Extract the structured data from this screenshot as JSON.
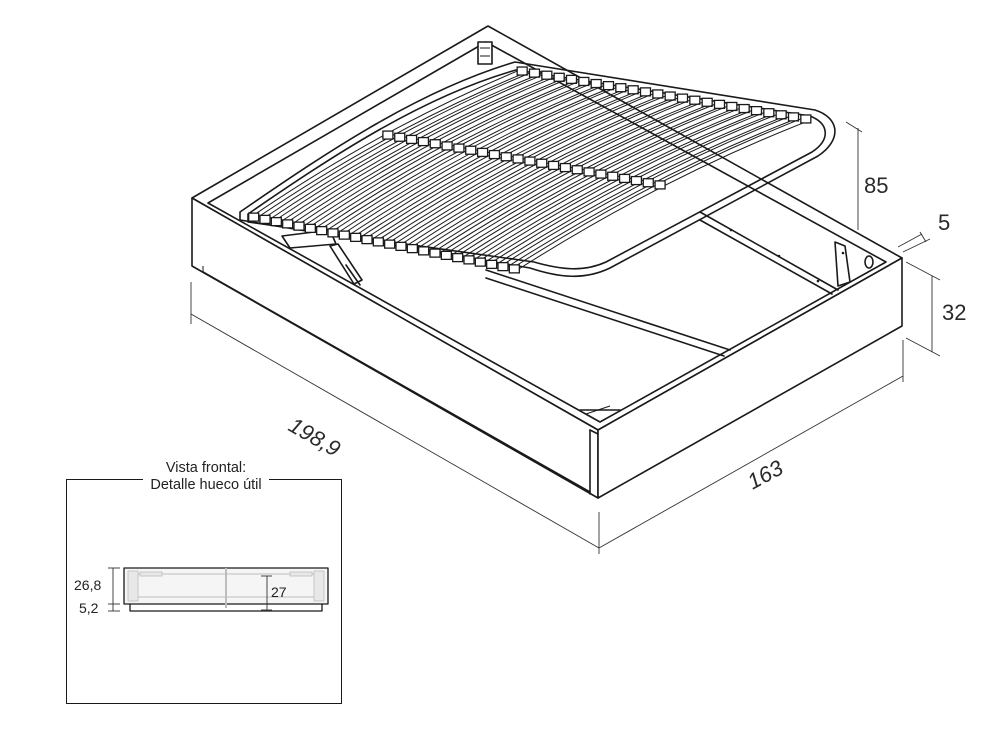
{
  "drawing": {
    "subject": "Storage bed base with lift-up slatted frame (canapé abatible)",
    "dimensions": {
      "length": "198,9",
      "width": "163",
      "lift_height": "85",
      "frame_thickness": "5",
      "base_height": "32"
    },
    "detail": {
      "caption_line1": "Vista frontal:",
      "caption_line2": "Detalle hueco útil",
      "dim_upper": "26,8",
      "dim_lower": "5,2",
      "dim_inner": "27"
    },
    "colors": {
      "line": "#1a1a1a",
      "background": "#ffffff",
      "detail_grey": "#bdbdbd"
    }
  }
}
